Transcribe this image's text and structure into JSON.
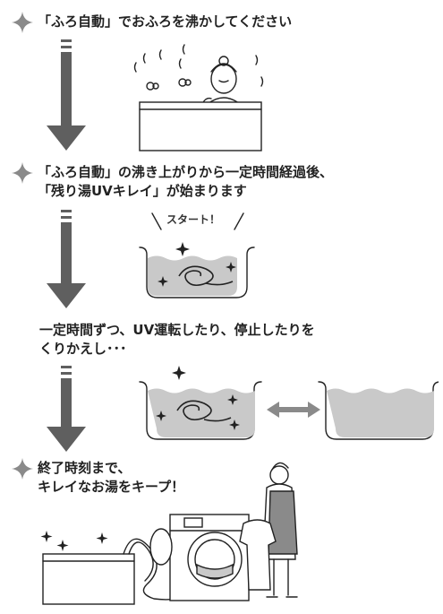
{
  "steps": [
    {
      "lines": [
        "「ふろ自動」でおふろを沸かしてください"
      ]
    },
    {
      "lines": [
        "「ふろ自動」の沸き上がりから一定時間経過後、",
        "「残り湯UVキレイ」が始まります"
      ]
    },
    {
      "lines": [
        "一定時間ずつ、UV運転したり、停止したりを",
        "くりかえし･･･"
      ]
    },
    {
      "lines": [
        "終了時刻まで、",
        "キレイなお湯をキープ！"
      ]
    }
  ],
  "illustrations": {
    "start_label": "スタート！"
  },
  "colors": {
    "arrow": "#5f5f5f",
    "star": "#8a8a8a",
    "water": "#c9c9c9",
    "line": "#222222"
  }
}
